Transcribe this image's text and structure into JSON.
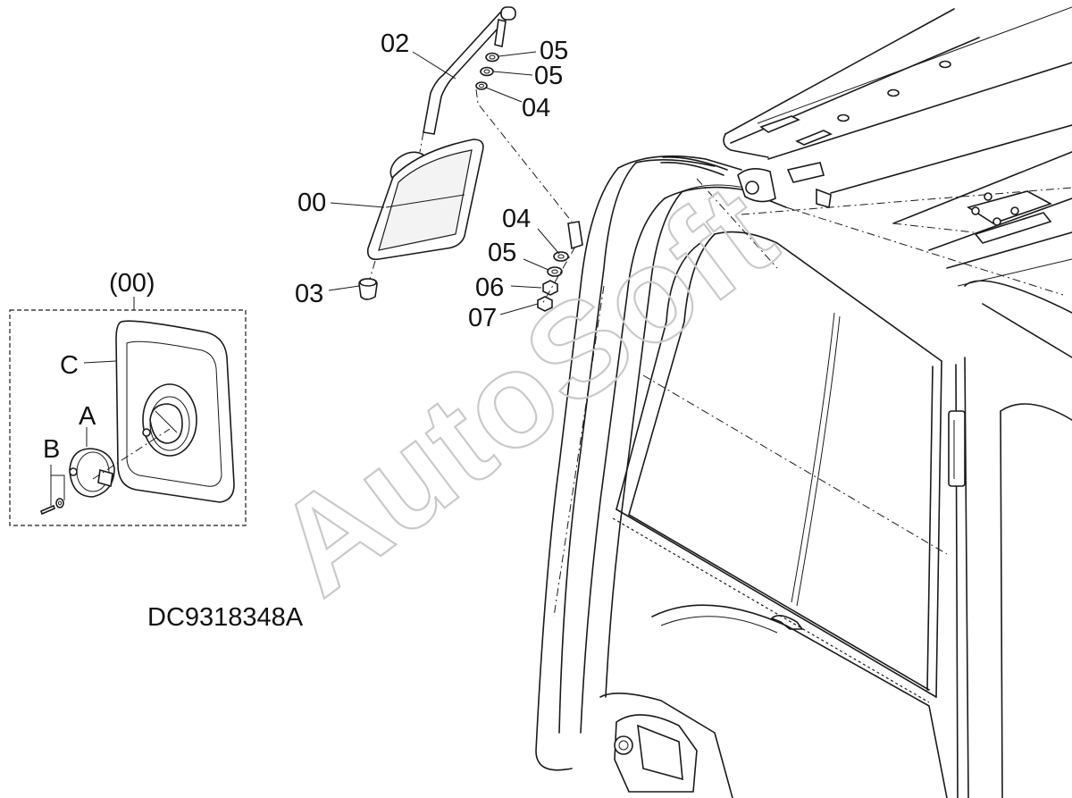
{
  "drawing_code": "DC9318348A",
  "detail_label": "(00)",
  "watermark": "AutoSoft",
  "callouts": {
    "c00": "00",
    "c02": "02",
    "c03": "03",
    "c04a": "04",
    "c04b": "04",
    "c05a": "05",
    "c05b": "05",
    "c05c": "05",
    "c06": "06",
    "c07": "07",
    "cA": "A",
    "cB": "B",
    "cC": "C"
  }
}
